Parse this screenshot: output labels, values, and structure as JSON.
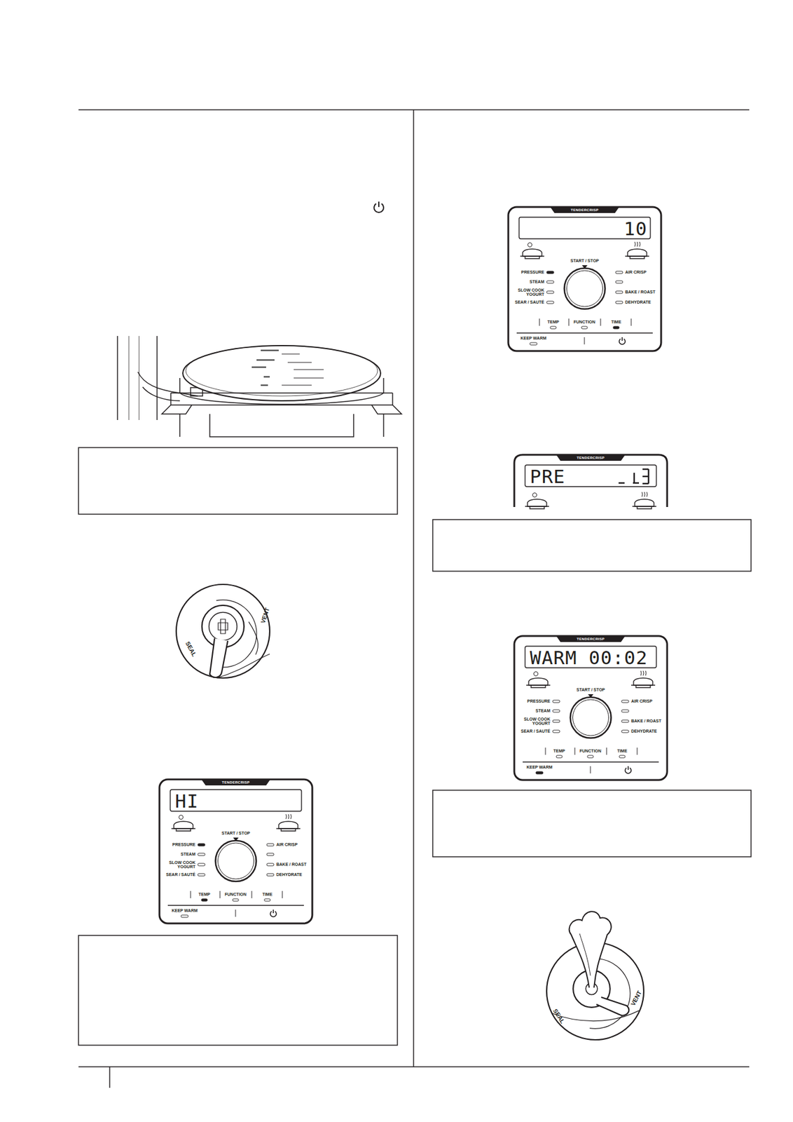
{
  "diagram": {
    "labels": [
      "SEAL",
      "VENT",
      "TENDERCRISP",
      "HI",
      "START / STOP",
      "PRESSURE",
      "STEAM",
      "SLOW COOK YOGURT",
      "SEAR / SAUTÉ",
      "AIR CRISP",
      "BAKE / ROAST",
      "DEHYDRATE",
      "TEMP",
      "FUNCTION",
      "TIME",
      "KEEP WARM",
      "TENDERCRISP",
      "10",
      "START / STOP",
      "PRESSURE",
      "STEAM",
      "SLOW COOK YOGURT",
      "SEAR / SAUTÉ",
      "AIR CRISP",
      "BAKE / ROAST",
      "DEHYDRATE",
      "TEMP",
      "FUNCTION",
      "TIME",
      "KEEP WARM",
      "TENDERCRISP",
      "PRE",
      "TENDERCRISP",
      "WARM 00:02",
      "START / STOP",
      "PRESSURE",
      "STEAM",
      "SLOW COOK YOGURT",
      "SEAR / SAUTÉ",
      "AIR CRISP",
      "BAKE / ROAST",
      "DEHYDRATE",
      "TEMP",
      "FUNCTION",
      "TIME",
      "KEEP WARM",
      "SEAL",
      "VENT"
    ]
  }
}
